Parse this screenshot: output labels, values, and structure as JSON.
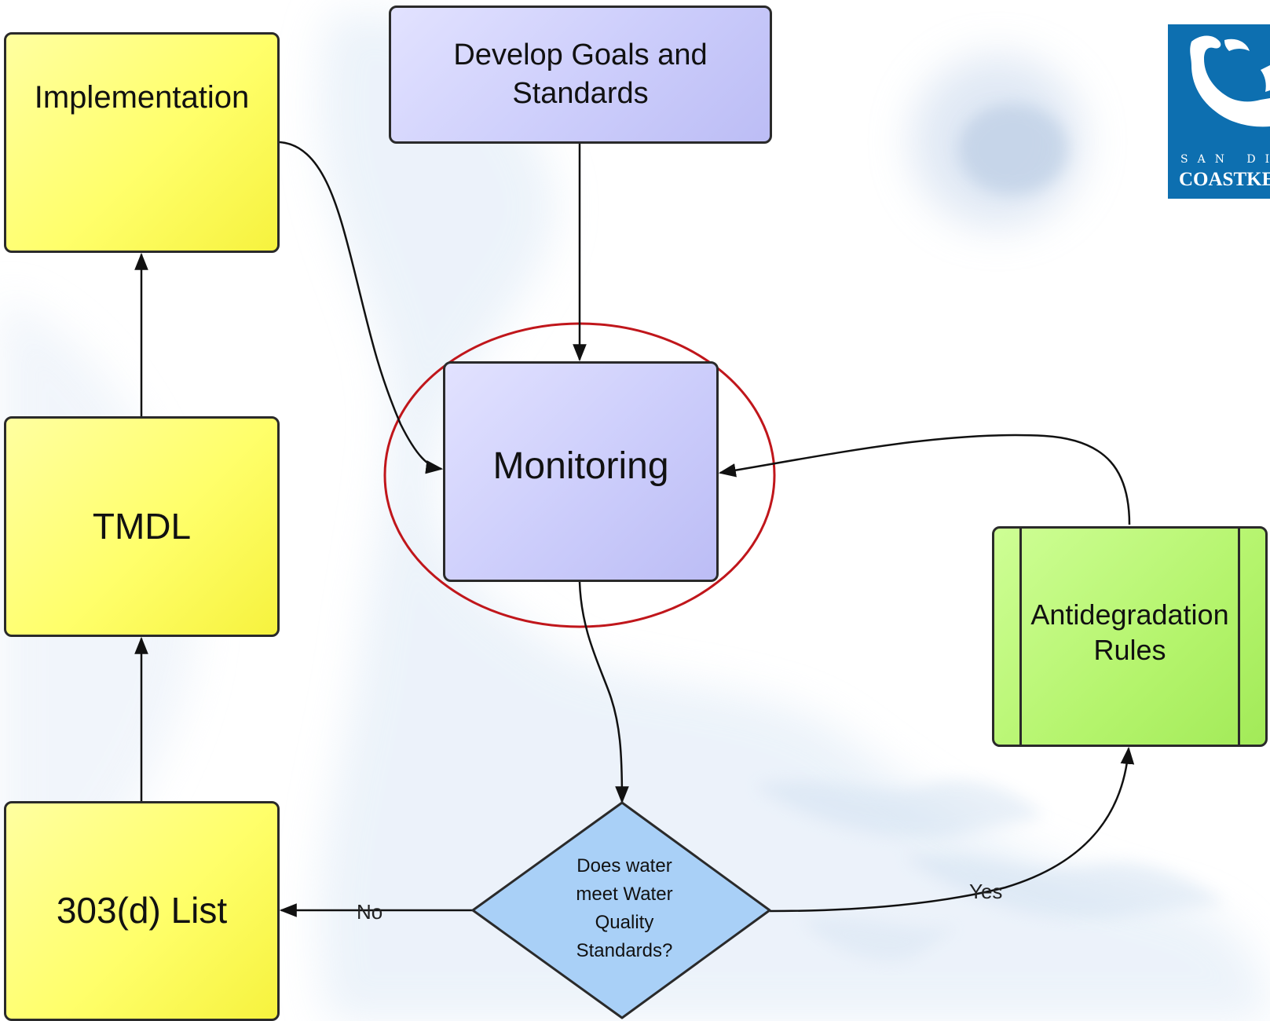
{
  "nodes": {
    "implementation": "Implementation",
    "tmdl": "TMDL",
    "list_303d": "303(d) List",
    "develop": "Develop Goals and\nStandards",
    "monitoring": "Monitoring",
    "antidegradation": "Antidegradation\nRules",
    "decision": "Does water\nmeet Water\nQuality\nStandards?"
  },
  "edge_labels": {
    "no": "No",
    "yes": "Yes"
  },
  "logo": {
    "line1": "SAN DI",
    "line2": "COASTKE"
  },
  "colors": {
    "yellow_box": "#ffff6a",
    "purple_box": "#cccdfb",
    "blue_diamond": "#a9d0f7",
    "green_box": "#b4f46c",
    "highlight_ring": "#c0161b",
    "logo_bg": "#0d6fb0"
  }
}
